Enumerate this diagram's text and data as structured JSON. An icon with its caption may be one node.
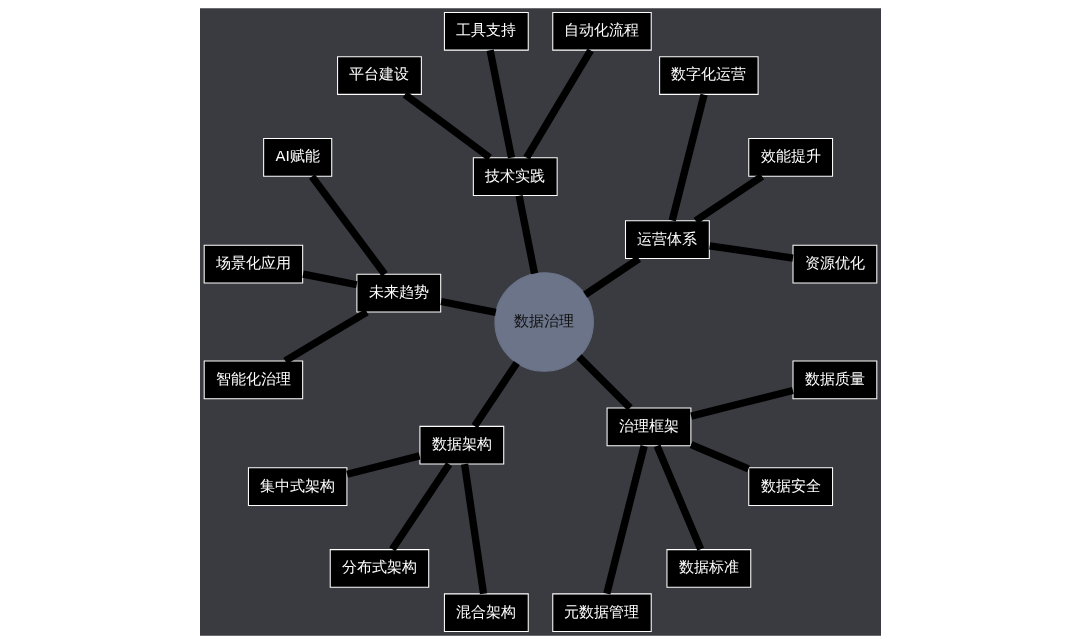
{
  "diagram": {
    "nodes": [
      {
        "text": [
          "数据治理"
        ]
      },
      {
        "text": [
          "运营体系"
        ]
      },
      {
        "text": [
          "资源优化"
        ]
      },
      {
        "text": [
          "效能提升"
        ]
      },
      {
        "text": [
          "数字化运营"
        ]
      },
      {
        "text": [
          "技术实践"
        ]
      },
      {
        "text": [
          "自动化流程"
        ]
      },
      {
        "text": [
          "工具支持"
        ]
      },
      {
        "text": [
          "平台建设"
        ]
      },
      {
        "text": [
          "未来趋势"
        ]
      },
      {
        "text": [
          "AI赋能"
        ]
      },
      {
        "text": [
          "场景化应用"
        ]
      },
      {
        "text": [
          "智能化治理"
        ]
      },
      {
        "text": [
          "数据架构"
        ]
      },
      {
        "text": [
          "集中式架构"
        ]
      },
      {
        "text": [
          "分布式架构"
        ]
      },
      {
        "text": [
          "混合架构"
        ]
      },
      {
        "text": [
          "治理框架"
        ]
      },
      {
        "text": [
          "元数据管理"
        ]
      },
      {
        "text": [
          "数据标准"
        ]
      },
      {
        "text": [
          "数据安全"
        ]
      },
      {
        "text": [
          "数据质量"
        ]
      }
    ],
    "edges": [
      {
        "from": 0,
        "to": 1,
        "arrow": "none"
      },
      {
        "from": 1,
        "to": 2,
        "arrow": "none"
      },
      {
        "from": 1,
        "to": 3,
        "arrow": "none"
      },
      {
        "from": 1,
        "to": 4,
        "arrow": "none"
      },
      {
        "from": 0,
        "to": 5,
        "arrow": "none"
      },
      {
        "from": 5,
        "to": 6,
        "arrow": "none"
      },
      {
        "from": 5,
        "to": 7,
        "arrow": "none"
      },
      {
        "from": 5,
        "to": 8,
        "arrow": "none"
      },
      {
        "from": 0,
        "to": 9,
        "arrow": "none"
      },
      {
        "from": 9,
        "to": 10,
        "arrow": "none"
      },
      {
        "from": 9,
        "to": 11,
        "arrow": "none"
      },
      {
        "from": 9,
        "to": 12,
        "arrow": "none"
      },
      {
        "from": 0,
        "to": 13,
        "arrow": "none"
      },
      {
        "from": 13,
        "to": 14,
        "arrow": "none"
      },
      {
        "from": 13,
        "to": 15,
        "arrow": "none"
      },
      {
        "from": 13,
        "to": 16,
        "arrow": "none"
      },
      {
        "from": 0,
        "to": 17,
        "arrow": "none"
      },
      {
        "from": 17,
        "to": 18,
        "arrow": "none"
      },
      {
        "from": 17,
        "to": 19,
        "arrow": "none"
      },
      {
        "from": 17,
        "to": 20,
        "arrow": "none"
      },
      {
        "from": 17,
        "to": 21,
        "arrow": "none"
      }
    ]
  }
}
